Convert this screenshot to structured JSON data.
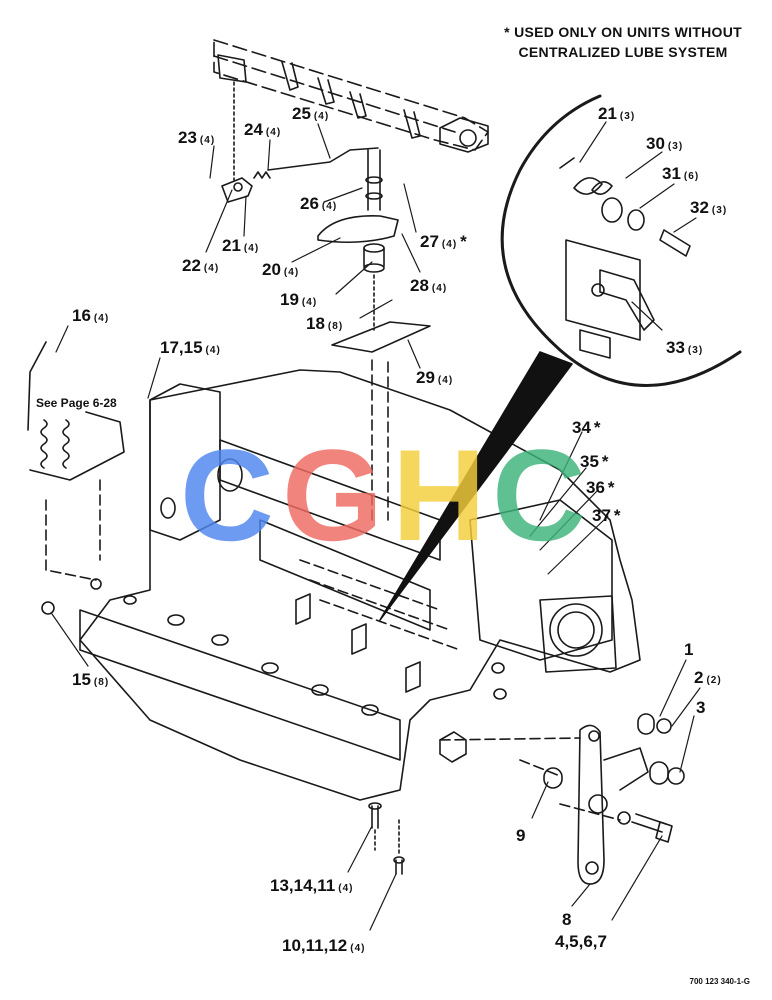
{
  "note": {
    "line1": "* USED ONLY ON UNITS WITHOUT",
    "line2": "CENTRALIZED LUBE SYSTEM"
  },
  "see_page": "See Page 6-28",
  "figure_number": "700 123 340-1-G",
  "watermark": {
    "letters": [
      "C",
      "G",
      "H",
      "C"
    ],
    "colors": [
      "#4f86f0",
      "#f06a62",
      "#f5cf3a",
      "#3db37a"
    ]
  },
  "callouts": [
    {
      "n": "23",
      "q": "(4)",
      "s": ""
    },
    {
      "n": "24",
      "q": "(4)",
      "s": ""
    },
    {
      "n": "25",
      "q": "(4)",
      "s": ""
    },
    {
      "n": "26",
      "q": "(4)",
      "s": ""
    },
    {
      "n": "27",
      "q": "(4)",
      "s": "*"
    },
    {
      "n": "21",
      "q": "(4)",
      "s": ""
    },
    {
      "n": "22",
      "q": "(4)",
      "s": ""
    },
    {
      "n": "20",
      "q": "(4)",
      "s": ""
    },
    {
      "n": "28",
      "q": "(4)",
      "s": ""
    },
    {
      "n": "19",
      "q": "(4)",
      "s": ""
    },
    {
      "n": "18",
      "q": "(8)",
      "s": ""
    },
    {
      "n": "29",
      "q": "(4)",
      "s": ""
    },
    {
      "n": "16",
      "q": "(4)",
      "s": ""
    },
    {
      "n": "17,15",
      "q": "(4)",
      "s": ""
    },
    {
      "n": "21",
      "q": "(3)",
      "s": ""
    },
    {
      "n": "30",
      "q": "(3)",
      "s": ""
    },
    {
      "n": "31",
      "q": "(6)",
      "s": ""
    },
    {
      "n": "32",
      "q": "(3)",
      "s": ""
    },
    {
      "n": "33",
      "q": "(3)",
      "s": ""
    },
    {
      "n": "34",
      "q": "",
      "s": "*"
    },
    {
      "n": "35",
      "q": "",
      "s": "*"
    },
    {
      "n": "36",
      "q": "",
      "s": "*"
    },
    {
      "n": "37",
      "q": "",
      "s": "*"
    },
    {
      "n": "15",
      "q": "(8)",
      "s": ""
    },
    {
      "n": "1",
      "q": "",
      "s": ""
    },
    {
      "n": "2",
      "q": "(2)",
      "s": ""
    },
    {
      "n": "3",
      "q": "",
      "s": ""
    },
    {
      "n": "9",
      "q": "",
      "s": ""
    },
    {
      "n": "13,14,11",
      "q": "(4)",
      "s": ""
    },
    {
      "n": "10,11,12",
      "q": "(4)",
      "s": ""
    },
    {
      "n": "8",
      "q": "",
      "s": ""
    },
    {
      "n": "4,5,6,7",
      "q": "",
      "s": ""
    }
  ]
}
